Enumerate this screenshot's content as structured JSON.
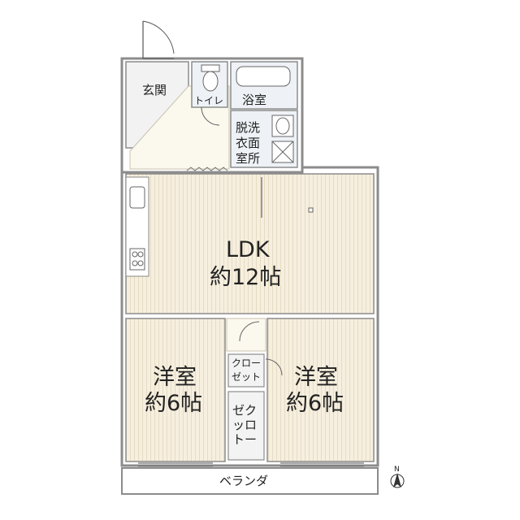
{
  "rooms": {
    "entrance": "玄関",
    "toilet": "トイレ",
    "bath": "浴室",
    "washroom": [
      "脱洗",
      "衣面",
      "室所"
    ],
    "ldk_name": "LDK",
    "ldk_size": "約12帖",
    "western_left_name": "洋室",
    "western_left_size": "約6帖",
    "western_right_name": "洋室",
    "western_right_size": "約6帖",
    "closet_upper": [
      "クロー",
      "ゼット"
    ],
    "closet_lower": [
      "ゼク",
      "ッロ",
      "トー"
    ],
    "veranda": "ベランダ"
  },
  "compass": {
    "label": "N"
  },
  "colors": {
    "wall": "#9a9a9a",
    "wall_edge": "#6b6b6b",
    "floor_wood": "#f6efdf",
    "floor_tile": "#fbf8ee",
    "wet_area": "#eef2f6",
    "closet": "#f3f3f3"
  }
}
